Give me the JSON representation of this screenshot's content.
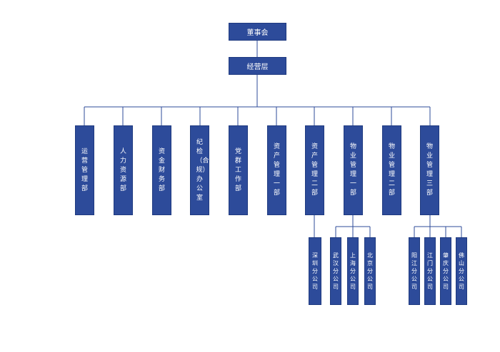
{
  "top": {
    "board": "董事会",
    "management": "经营层"
  },
  "departments": [
    {
      "label": "运营管理部"
    },
    {
      "label": "人力资源部"
    },
    {
      "label": "资金财务部"
    },
    {
      "label": "纪检（合规）办公室"
    },
    {
      "label": "党群工作部"
    },
    {
      "label": "资产管理一部"
    },
    {
      "label": "资产管理二部"
    },
    {
      "label": "物业管理一部"
    },
    {
      "label": "物业管理二部"
    },
    {
      "label": "物业管理三部"
    }
  ],
  "branches": {
    "asset2": [
      {
        "label": "深圳分公司"
      }
    ],
    "property1": [
      {
        "label": "武汉分公司"
      },
      {
        "label": "上海分公司"
      },
      {
        "label": "北京分公司"
      }
    ],
    "property3": [
      {
        "label": "阳江分公司"
      },
      {
        "label": "江门分公司"
      },
      {
        "label": "肇庆分公司"
      },
      {
        "label": "佛山分公司"
      }
    ]
  },
  "colors": {
    "box": "#2d4b9a",
    "border": "#1f3a80",
    "line": "#2d4b9a",
    "text": "#ffffff"
  }
}
